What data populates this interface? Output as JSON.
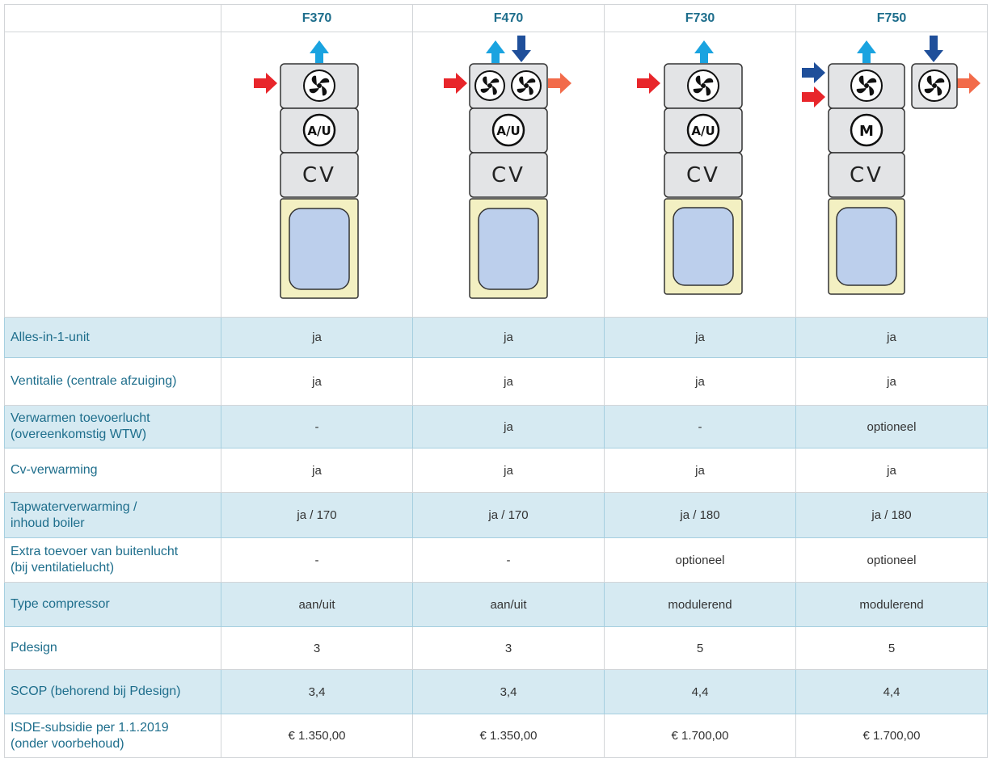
{
  "columns": [
    "F370",
    "F470",
    "F730",
    "F750"
  ],
  "modules": {
    "F370": [
      "fan",
      "A/U",
      "CV"
    ],
    "F470": [
      "fan-fan",
      "A/U",
      "CV"
    ],
    "F730": [
      "fan",
      "A/U",
      "CV"
    ],
    "F750": [
      "fan",
      "M",
      "CV"
    ]
  },
  "rows": [
    {
      "label": "Alles-in-1-unit",
      "values": [
        "ja",
        "ja",
        "ja",
        "ja"
      ]
    },
    {
      "label": "Ventitalie (centrale afzuiging)",
      "values": [
        "ja",
        "ja",
        "ja",
        "ja"
      ]
    },
    {
      "label": "Verwarmen toevoerlucht\n(overeenkomstig WTW)",
      "values": [
        "-",
        "ja",
        "-",
        "optioneel"
      ]
    },
    {
      "label": "Cv-verwarming",
      "values": [
        "ja",
        "ja",
        "ja",
        "ja"
      ]
    },
    {
      "label": "Tapwaterverwarming /\ninhoud boiler",
      "values": [
        "ja / 170",
        "ja / 170",
        "ja / 180",
        "ja / 180"
      ]
    },
    {
      "label": "Extra toevoer van buitenlucht\n(bij ventilatielucht)",
      "values": [
        "-",
        "-",
        "optioneel",
        "optioneel"
      ]
    },
    {
      "label": "Type compressor",
      "values": [
        "aan/uit",
        "aan/uit",
        "modulerend",
        "modulerend"
      ]
    },
    {
      "label": "Pdesign",
      "values": [
        "3",
        "3",
        "5",
        "5"
      ]
    },
    {
      "label": "SCOP (behorend bij Pdesign)",
      "values": [
        "3,4",
        "3,4",
        "4,4",
        "4,4"
      ]
    },
    {
      "label": "ISDE-subsidie per 1.1.2019\n(onder voorbehoud)",
      "values": [
        "€ 1.350,00",
        "€ 1.350,00",
        "€ 1.700,00",
        "€ 1.700,00"
      ]
    }
  ],
  "colors": {
    "header_text": "#1e6e8c",
    "row_blue": "#d6eaf2",
    "arrow_red": "#e8262b",
    "arrow_orange": "#f26b4a",
    "arrow_cyan": "#1aa3e0",
    "arrow_navy": "#1f4f9a",
    "module_gray": "#e3e4e6",
    "tank_yellow": "#f3f0c2",
    "tank_blue": "#bccfec"
  }
}
